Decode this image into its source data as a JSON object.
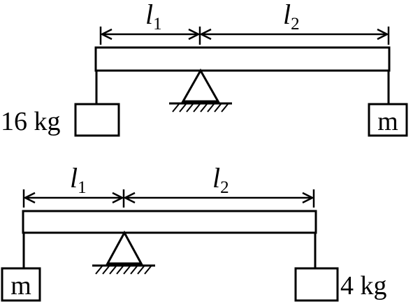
{
  "top_lever": {
    "length_left": {
      "symbol": "l",
      "subscript": "1"
    },
    "length_right": {
      "symbol": "l",
      "subscript": "2"
    },
    "left_mass_label": "16 kg",
    "right_mass_label": "m"
  },
  "bottom_lever": {
    "length_left": {
      "symbol": "l",
      "subscript": "1"
    },
    "length_right": {
      "symbol": "l",
      "subscript": "2"
    },
    "left_mass_label": "m",
    "right_mass_label": "4 kg"
  }
}
